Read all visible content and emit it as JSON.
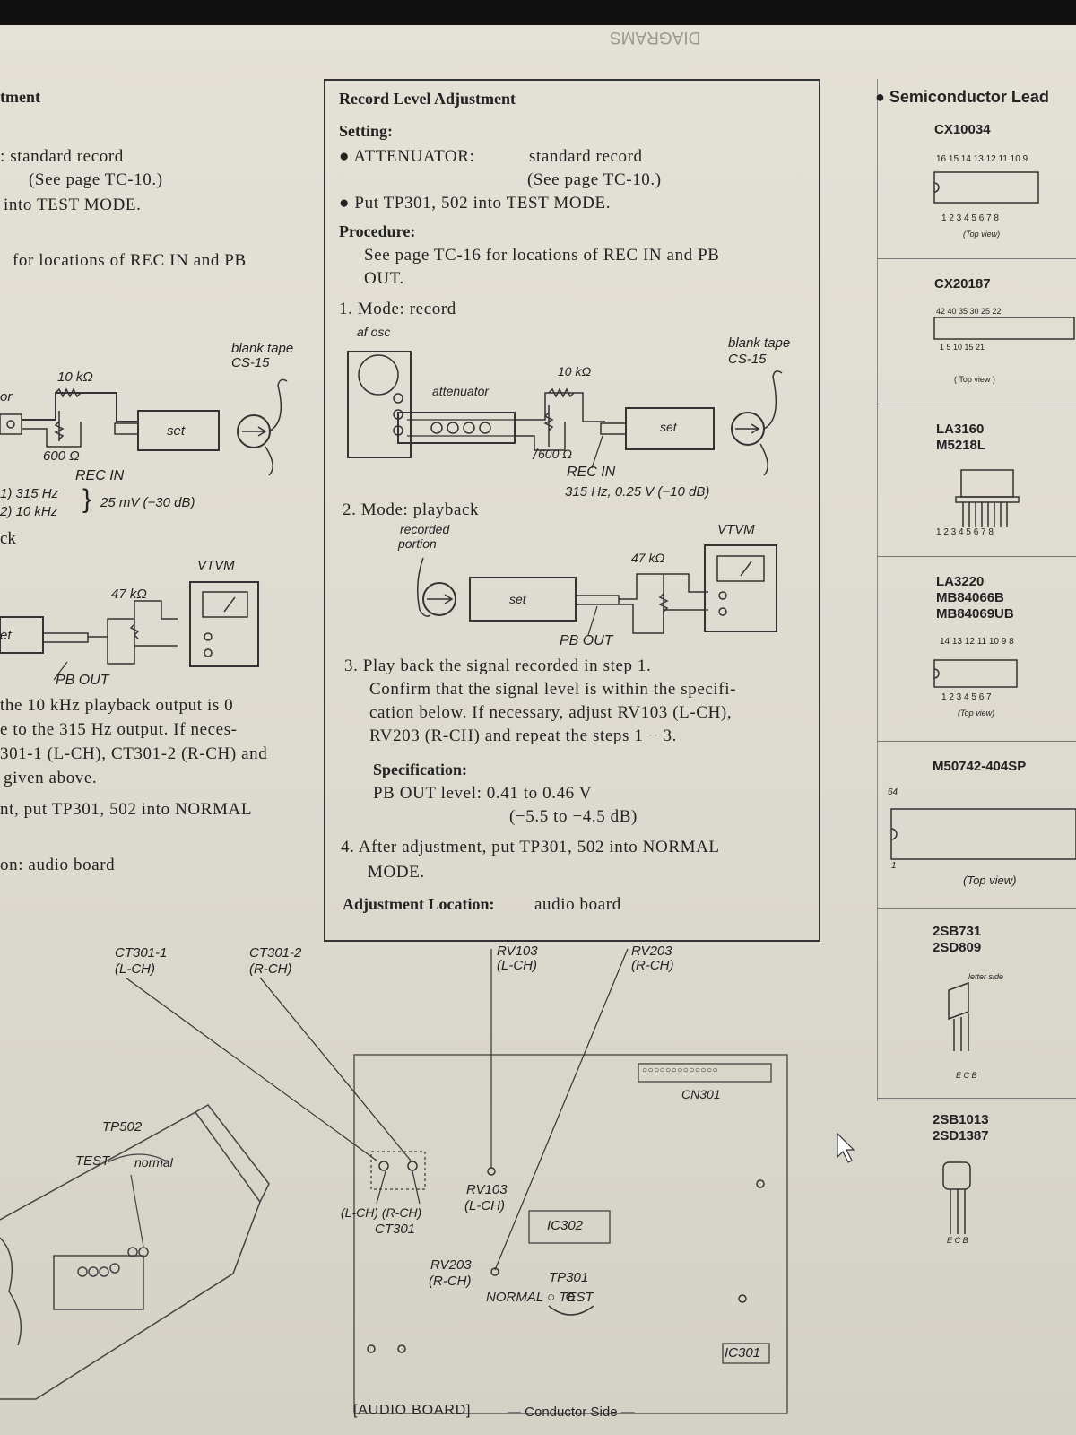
{
  "header": {
    "mirrored_text": "DIAGRAMS"
  },
  "left_column": {
    "title_fragment": "tment",
    "setting_line1": ":   standard record",
    "setting_line2": "(See page TC-10.)",
    "setting_line3": "into TEST MODE.",
    "procedure_line": "for locations of REC IN and PB",
    "blank_tape": "blank tape",
    "cs15": "CS-15",
    "res_10k": "10 kΩ",
    "osc_fragment": "or",
    "set": "set",
    "res_600": "600 Ω",
    "rec_in": "REC IN",
    "freq1": "1)  315 Hz",
    "freq2": "2)  10 kHz",
    "level": "25 mV (−30 dB)",
    "playback_fragment": "ck",
    "vtvm": "VTVM",
    "res_47k": "47 kΩ",
    "pb_out": "PB OUT",
    "set_fragment": "et",
    "body1": "the  10 kHz  playback  output  is  0",
    "body2": "e  to  the  315 Hz  output.   If  neces-",
    "body3": "301-1 (L-CH), CT301-2 (R-CH) and",
    "body4": "given above.",
    "body5": "nt, put TP301, 502 into NORMAL",
    "location": "on: audio board"
  },
  "center": {
    "title": "Record Level Adjustment",
    "setting_head": "Setting:",
    "bullet1_label": "●   ATTENUATOR:",
    "bullet1_value": "standard record",
    "bullet1_ref": "(See page TC-10.)",
    "bullet2": "●   Put TP301, 502 into TEST MODE.",
    "procedure_head": "Procedure:",
    "procedure_line1": "See  page  TC-16  for  locations  of  REC  IN  and  PB",
    "procedure_line2": "OUT.",
    "step1": "1.  Mode:  record",
    "af_osc": "af osc",
    "blank_tape": "blank tape",
    "cs15": "CS-15",
    "res_10k": "10 kΩ",
    "attenuator": "attenuator",
    "set1": "set",
    "res_600": "600 Ω",
    "rec_in": "REC  IN",
    "rec_level": "315 Hz,  0.25 V (−10 dB)",
    "step2": "2.  Mode:  playback",
    "recorded": "recorded",
    "portion": "portion",
    "vtvm": "VTVM",
    "res_47k": "47 kΩ",
    "set2": "set",
    "pb_out": "PB  OUT",
    "step3_1": "3.  Play back the signal recorded in step 1.",
    "step3_2": "Confirm  that  the  signal  level  is  within  the  specifi-",
    "step3_3": "cation  below.   If  necessary,  adjust  RV103 (L-CH),",
    "step3_4": "RV203 (R-CH) and repeat the steps 1 − 3.",
    "spec_head": "Specification:",
    "spec_line1": "PB  OUT level:   0.41  to 0.46  V",
    "spec_line2": "(−5.5 to −4.5 dB)",
    "step4_1": "4.  After  adjustment,  put  TP301,  502  into  NORMAL",
    "step4_2": "MODE.",
    "location_label": "Adjustment Location:",
    "location_value": "audio board"
  },
  "board": {
    "ct301_1": "CT301-1",
    "ct301_1_ch": "(L-CH)",
    "ct301_2": "CT301-2",
    "ct301_2_ch": "(R-CH)",
    "rv103": "RV103",
    "rv103_ch": "(L-CH)",
    "rv203": "RV203",
    "rv203_ch": "(R-CH)",
    "tp502": "TP502",
    "test": "TEST",
    "normal": "normal",
    "cn301": "CN301",
    "rv103_in": "RV103",
    "rv103_in_ch": "(L-CH)",
    "lch_rch": "(L-CH)  (R-CH)",
    "ct301": "CT301",
    "ic302": "IC302",
    "rv203_in": "RV203",
    "rv203_in_ch": "(R-CH)",
    "tp301": "TP301",
    "normal_test": "NORMAL  ○  TEST",
    "ic301": "IC301",
    "caption_board": "[AUDIO  BOARD]",
    "caption_side": "— Conductor Side —"
  },
  "right_column": {
    "heading": "●  Semiconductor Lead",
    "cx10034": "CX10034",
    "cx10034_pins_top": "16 15 14 13 12 11 10 9",
    "cx10034_pins_bot": "1  2  3  4  5  6  7  8",
    "top_view1": "(Top view)",
    "cx20187": "CX20187",
    "cx20187_pins_top": "42 40   35   30   25 22",
    "cx20187_pins_bot": "1    5    10    15    21",
    "top_view2": "( Top  view )",
    "la3160": "LA3160",
    "m5218l": "M5218L",
    "la3160_pins": "1 2 3 4 5 6 7 8",
    "la3220": "LA3220",
    "mb84066b": "MB84066B",
    "mb84069ub": "MB84069UB",
    "la3220_pins_top": "14 13 12 11 10  9  8",
    "la3220_pins_bot": "1  2  3  4  5  6  7",
    "top_view3": "(Top view)",
    "m50742": "M50742-404SP",
    "pin64": "64",
    "pin1": "1",
    "top_view4": "(Top view)",
    "sb731": "2SB731",
    "sd809": "2SD809",
    "letter_side": "letter side",
    "ecb1": "E   C   B",
    "sb1013": "2SB1013",
    "sd1387": "2SD1387",
    "ecb2": "E   C   B"
  }
}
